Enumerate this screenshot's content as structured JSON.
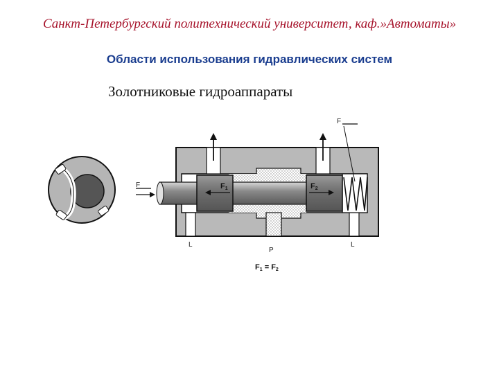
{
  "header": {
    "title": "Санкт-Петербургский политехнический университет, каф.»Автоматы»",
    "color": "#a6122a"
  },
  "subtitle": {
    "text": "Области использования гидравлических систем",
    "color": "#1a3d8f"
  },
  "section": {
    "heading": "Золотниковые гидроаппараты"
  },
  "diagram": {
    "labels": {
      "force_top": "F",
      "force_left": "F",
      "f1_main": "F",
      "f1_sub": "1",
      "f2_main": "F",
      "f2_sub": "2",
      "port_left": "L",
      "port_pressure": "P",
      "port_right": "L"
    },
    "equation": {
      "lhs_main": "F",
      "lhs_sub": "1",
      "operator": " = ",
      "rhs_main": "F",
      "rhs_sub": "2"
    },
    "icons": [
      "cross-section-icon",
      "spring-icon",
      "arrow-up-icon",
      "arrow-left-icon"
    ],
    "colors": {
      "housing": "#b9b9b9",
      "spool": "#7a7a7a",
      "fluid_dots": "#9a9a9a",
      "outline": "#111111"
    }
  }
}
